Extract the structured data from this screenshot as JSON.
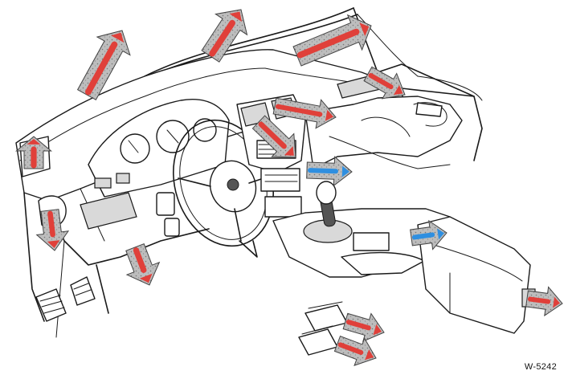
{
  "figure_code": "W-5242",
  "colors": {
    "warm_air": "#e0403a",
    "cool_air": "#2f8fe0",
    "arrow_grey": "#b3b3b3",
    "line_art": "#1a1a1a"
  },
  "airflow_arrows": [
    {
      "name": "airflow-arrow-upper-left-windshield",
      "kind": "warm"
    },
    {
      "name": "airflow-arrow-windshield-center",
      "kind": "warm"
    },
    {
      "name": "airflow-arrow-windshield-right",
      "kind": "warm"
    },
    {
      "name": "airflow-arrow-left-side-window",
      "kind": "warm"
    },
    {
      "name": "airflow-arrow-left-vent",
      "kind": "warm"
    },
    {
      "name": "airflow-arrow-left-footwell",
      "kind": "warm"
    },
    {
      "name": "airflow-arrow-center-vent-left",
      "kind": "warm"
    },
    {
      "name": "airflow-arrow-center-vent-right",
      "kind": "warm"
    },
    {
      "name": "airflow-arrow-right-door-vent",
      "kind": "warm"
    },
    {
      "name": "airflow-arrow-console-outlet",
      "kind": "cool"
    },
    {
      "name": "airflow-arrow-armrest-outlet",
      "kind": "cool"
    },
    {
      "name": "airflow-arrow-rear-console",
      "kind": "warm"
    },
    {
      "name": "airflow-arrow-rear-footwell-upper",
      "kind": "warm"
    },
    {
      "name": "airflow-arrow-rear-footwell-lower",
      "kind": "warm"
    }
  ]
}
